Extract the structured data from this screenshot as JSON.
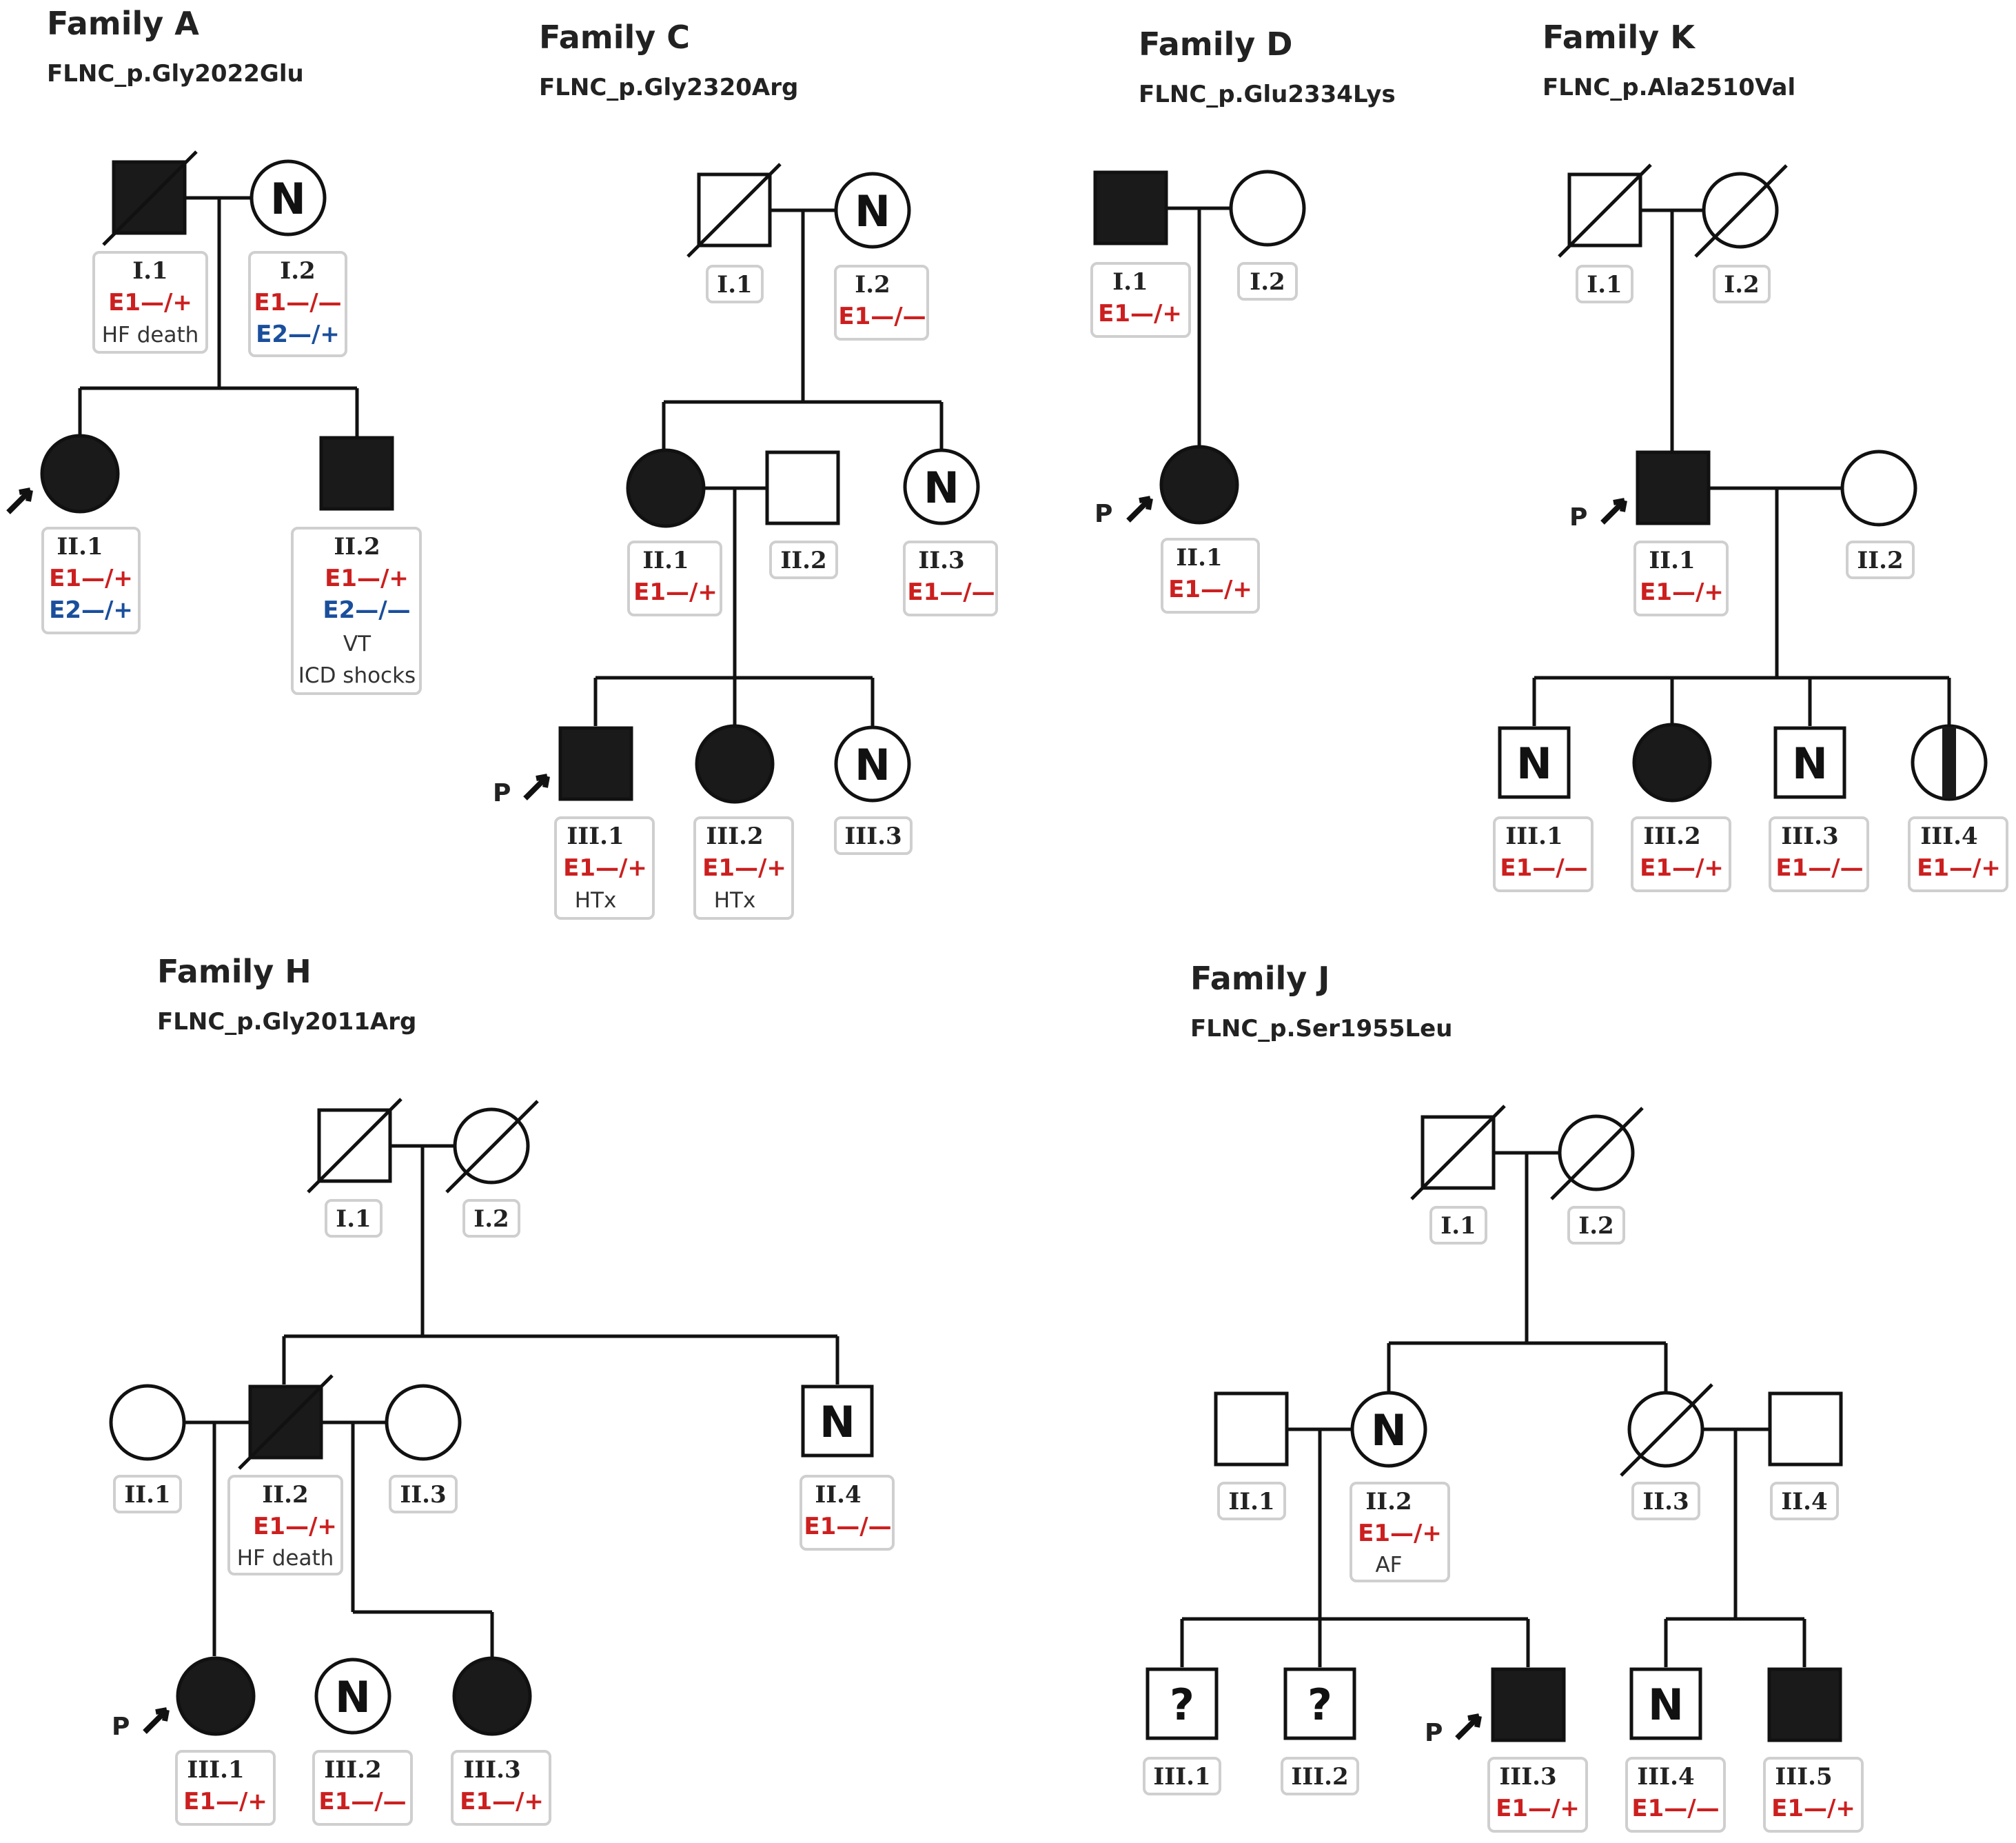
{
  "colors": {
    "e1": "#cc1f1f",
    "e2": "#1a4f9c",
    "line": "#111111",
    "affected": "#1a1a1a",
    "box_border": "#cfcfcf"
  },
  "families": {
    "A": {
      "title": "Family A",
      "variant": "FLNC_p.Gly2022Glu",
      "I1": {
        "id": "I.1",
        "e1": "E1",
        "e1_gt": "—/+",
        "note": "HF death"
      },
      "I2": {
        "id": "I.2",
        "e1": "E1",
        "e1_gt": "—/—",
        "e2": "E2",
        "e2_gt": "—/+"
      },
      "II1": {
        "id": "II.1",
        "e1": "E1",
        "e1_gt": "—/+",
        "e2": "E2",
        "e2_gt": "—/+"
      },
      "II2": {
        "id": "II.2",
        "e1": "E1",
        "e1_gt": "—/+",
        "e2": "E2",
        "e2_gt": "—/—",
        "note1": "VT",
        "note2": "ICD shocks"
      }
    },
    "C": {
      "title": "Family C",
      "variant": "FLNC_p.Gly2320Arg",
      "I1": {
        "id": "I.1"
      },
      "I2": {
        "id": "I.2",
        "e1": "E1",
        "e1_gt": "—/—"
      },
      "II1": {
        "id": "II.1",
        "e1": "E1",
        "e1_gt": "—/+"
      },
      "II2": {
        "id": "II.2"
      },
      "II3": {
        "id": "II.3",
        "e1": "E1",
        "e1_gt": "—/—"
      },
      "III1": {
        "id": "III.1",
        "e1": "E1",
        "e1_gt": "—/+",
        "note": "HTx"
      },
      "III2": {
        "id": "III.2",
        "e1": "E1",
        "e1_gt": "—/+",
        "note": "HTx"
      },
      "III3": {
        "id": "III.3"
      }
    },
    "D": {
      "title": "Family D",
      "variant": "FLNC_p.Glu2334Lys",
      "I1": {
        "id": "I.1",
        "e1": "E1",
        "e1_gt": "—/+"
      },
      "I2": {
        "id": "I.2"
      },
      "II1": {
        "id": "II.1",
        "e1": "E1",
        "e1_gt": "—/+"
      }
    },
    "K": {
      "title": "Family K",
      "variant": "FLNC_p.Ala2510Val",
      "I1": {
        "id": "I.1"
      },
      "I2": {
        "id": "I.2"
      },
      "II1": {
        "id": "II.1",
        "e1": "E1",
        "e1_gt": "—/+"
      },
      "II2": {
        "id": "II.2"
      },
      "III1": {
        "id": "III.1",
        "e1": "E1",
        "e1_gt": "—/—"
      },
      "III2": {
        "id": "III.2",
        "e1": "E1",
        "e1_gt": "—/+"
      },
      "III3": {
        "id": "III.3",
        "e1": "E1",
        "e1_gt": "—/—"
      },
      "III4": {
        "id": "III.4",
        "e1": "E1",
        "e1_gt": "—/+"
      }
    },
    "H": {
      "title": "Family H",
      "variant": "FLNC_p.Gly2011Arg",
      "I1": {
        "id": "I.1"
      },
      "I2": {
        "id": "I.2"
      },
      "II1": {
        "id": "II.1"
      },
      "II2": {
        "id": "II.2",
        "e1": "E1",
        "e1_gt": "—/+",
        "note": "HF death"
      },
      "II3": {
        "id": "II.3"
      },
      "II4": {
        "id": "II.4",
        "e1": "E1",
        "e1_gt": "—/—"
      },
      "III1": {
        "id": "III.1",
        "e1": "E1",
        "e1_gt": "—/+"
      },
      "III2": {
        "id": "III.2",
        "e1": "E1",
        "e1_gt": "—/—"
      },
      "III3": {
        "id": "III.3",
        "e1": "E1",
        "e1_gt": "—/+"
      }
    },
    "J": {
      "title": "Family J",
      "variant": "FLNC_p.Ser1955Leu",
      "I1": {
        "id": "I.1"
      },
      "I2": {
        "id": "I.2"
      },
      "II1": {
        "id": "II.1"
      },
      "II2": {
        "id": "II.2",
        "e1": "E1",
        "e1_gt": "—/+",
        "note": "AF"
      },
      "II3": {
        "id": "II.3"
      },
      "II4": {
        "id": "II.4"
      },
      "III1": {
        "id": "III.1"
      },
      "III2": {
        "id": "III.2"
      },
      "III3": {
        "id": "III.3",
        "e1": "E1",
        "e1_gt": "—/+"
      },
      "III4": {
        "id": "III.4",
        "e1": "E1",
        "e1_gt": "—/—"
      },
      "III5": {
        "id": "III.5",
        "e1": "E1",
        "e1_gt": "—/+"
      }
    }
  },
  "symbols": {
    "normal_mark": "N",
    "unknown_mark": "?",
    "proband_mark": "P"
  }
}
